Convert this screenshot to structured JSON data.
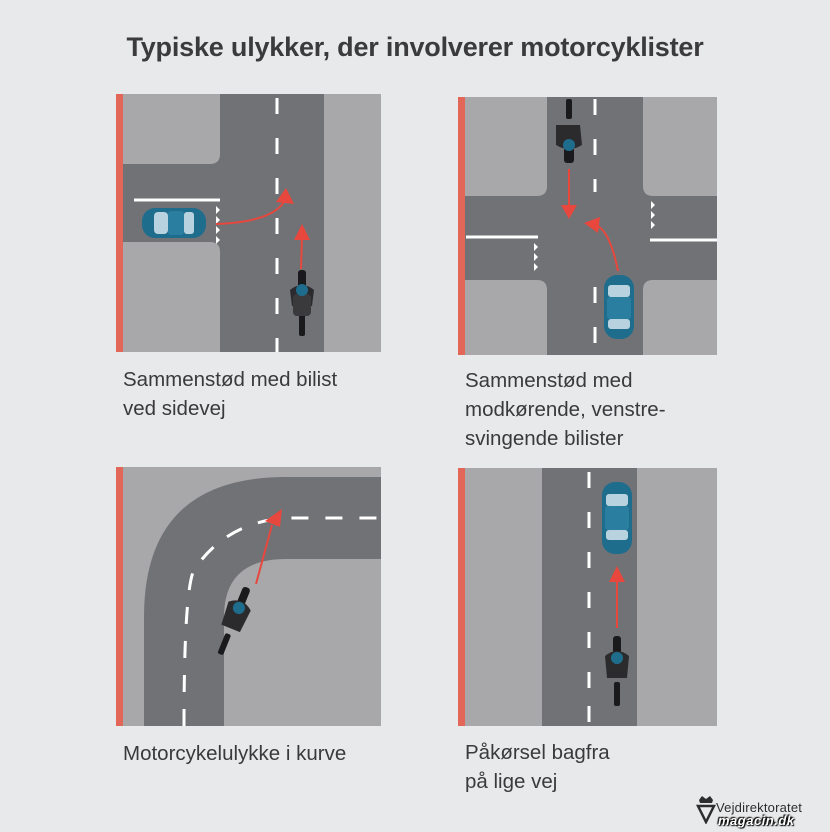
{
  "title": "Typiske ulykker, der involverer motorcyklister",
  "panels": [
    {
      "caption": "Sammenstød med bilist\nved sidevej"
    },
    {
      "caption": "Sammenstød med\nmodkørende, venstre-\nsvingende bilister"
    },
    {
      "caption": "Motorcykelulykke i kurve"
    },
    {
      "caption": "Påkørsel bagfra\npå lige vej"
    }
  ],
  "logo": {
    "text": "Vejdirektoratet",
    "watermark": "magacin.dk"
  },
  "colors": {
    "ground": "#a8a8aa",
    "road": "#717275",
    "accent_bar": "#e26758",
    "car": "#1f6d8d",
    "arrow": "#e8473e",
    "rider": "#2b2b2d",
    "background": "#e8e9eb"
  }
}
